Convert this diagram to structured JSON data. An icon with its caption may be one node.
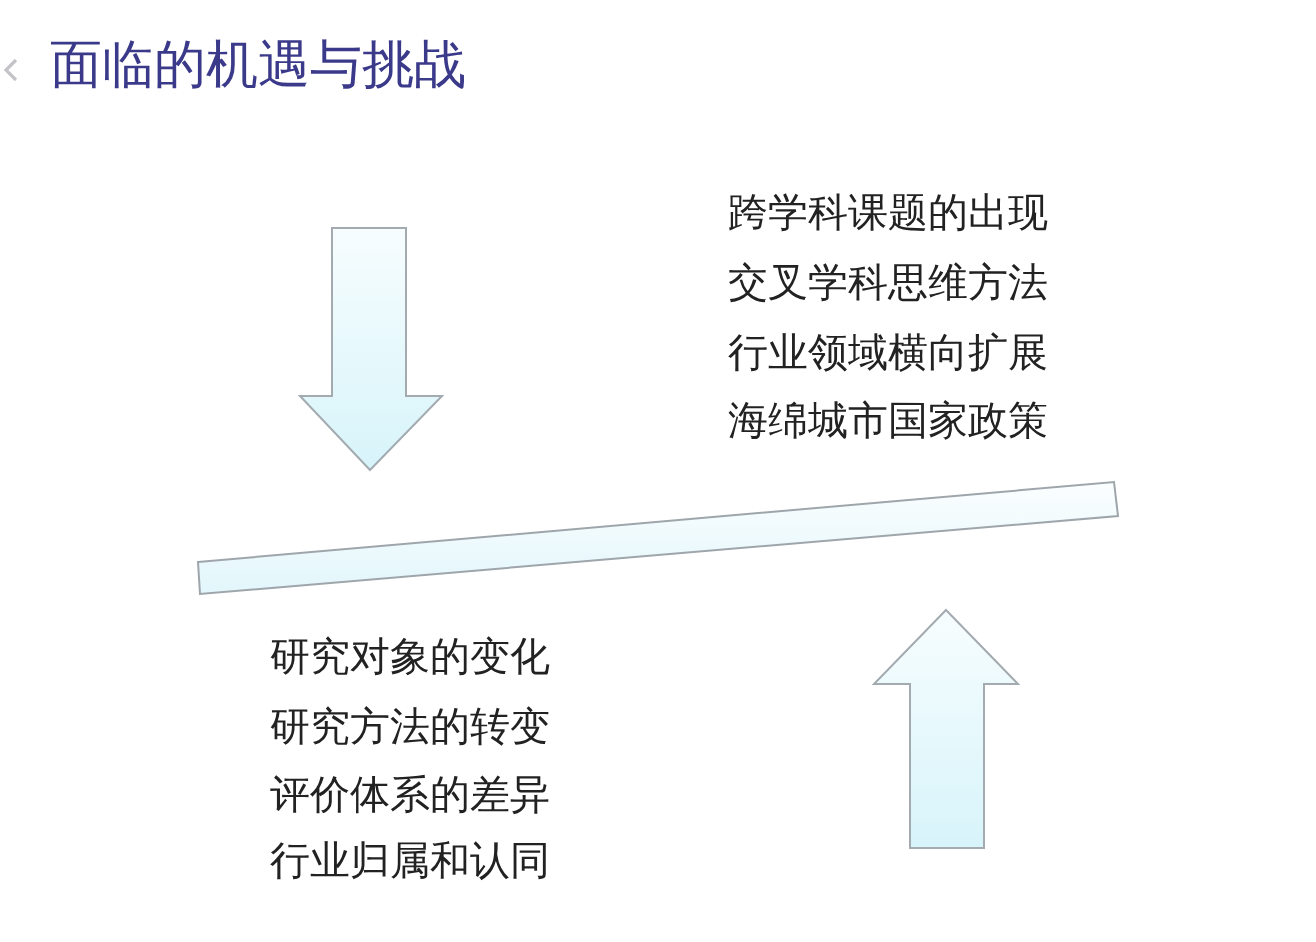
{
  "diagram": {
    "title": "面临的机遇与挑战",
    "nodes": [
      {
        "text": [],
        "shape": "bar"
      }
    ],
    "labels": [
      "跨学科课题的出现",
      "交叉学科思维方法",
      "行业领域横向扩展",
      "海绵城市国家政策",
      "研究对象的变化",
      "研究方法的转变",
      "评价体系的差异",
      "行业归属和认同"
    ]
  }
}
